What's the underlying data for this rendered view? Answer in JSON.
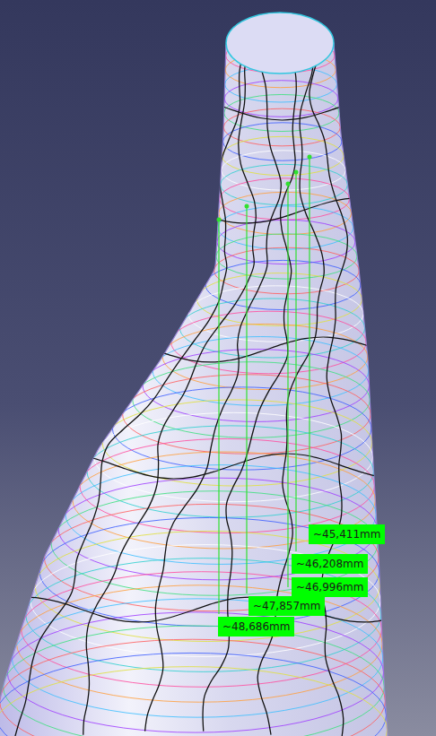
{
  "diagram": {
    "nodes": [
      {
        "text": [
          "~45,411mm"
        ]
      },
      {
        "text": [
          "~46,208mm"
        ]
      },
      {
        "text": [
          "~46,996mm"
        ]
      },
      {
        "text": [
          "~47,857mm"
        ]
      },
      {
        "text": [
          "~48,686mm"
        ]
      }
    ],
    "edges": []
  }
}
